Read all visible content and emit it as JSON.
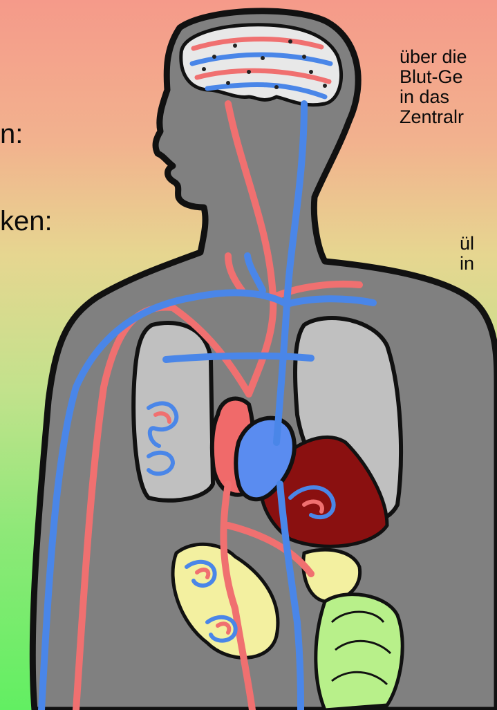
{
  "labels": {
    "left_1": "n:",
    "left_2": "ken:",
    "right_block_lines": [
      "über die",
      "Blut-Ge",
      "in das",
      "Zentralr"
    ],
    "right_small_lines": [
      "ül",
      "in"
    ]
  },
  "colors": {
    "body": "#808080",
    "outline": "#111111",
    "lung": "#c0c0c0",
    "artery": "#f07070",
    "vein": "#4a86e8",
    "heart_right": "#5a8cf0",
    "heart_left": "#f06a6a",
    "liver": "#8a1010",
    "pancreas": "#f3f0a0",
    "intestine": "#b8f08a",
    "brain": "#e8e8e8"
  }
}
